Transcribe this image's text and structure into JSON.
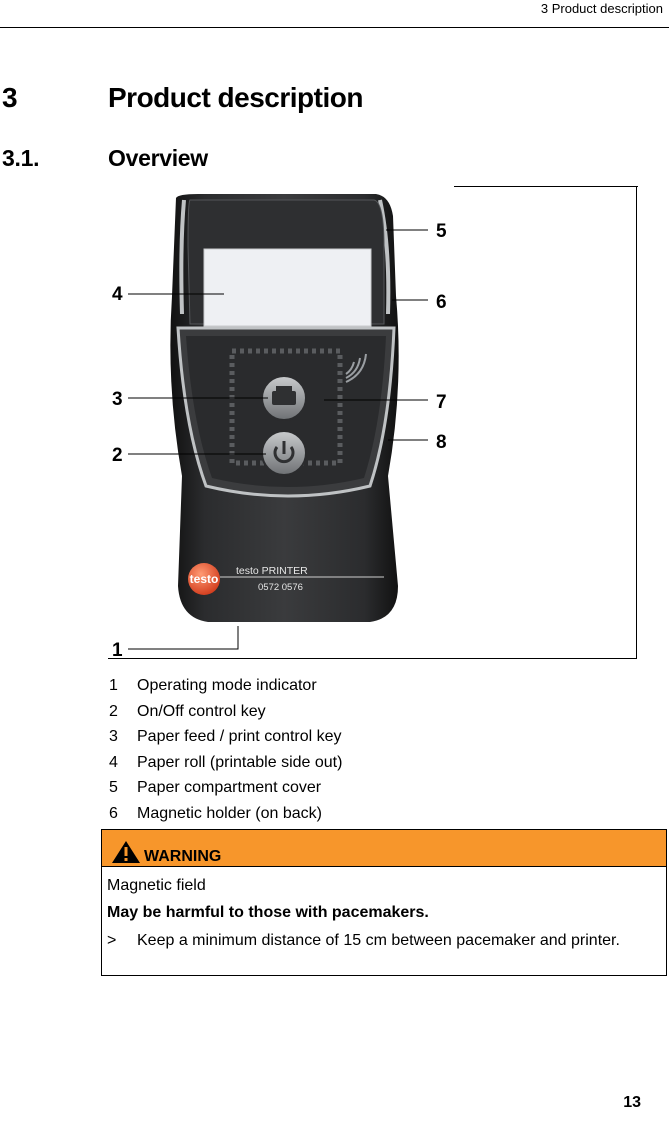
{
  "header": {
    "running_title": "3 Product description"
  },
  "chapter": {
    "number": "3",
    "title": "Product description"
  },
  "section": {
    "number": "3.1.",
    "title": "Overview"
  },
  "figure": {
    "printer_label": "testo PRINTER",
    "printer_model": "0572 0576",
    "brand": "testo",
    "callouts": [
      "1",
      "2",
      "3",
      "4",
      "5",
      "6",
      "7",
      "8"
    ]
  },
  "legend": [
    {
      "number": "1",
      "text": "Operating mode indicator"
    },
    {
      "number": "2",
      "text": "On/Off control key"
    },
    {
      "number": "3",
      "text": "Paper feed / print control key"
    },
    {
      "number": "4",
      "text": "Paper roll (printable side out)"
    },
    {
      "number": "5",
      "text": "Paper compartment cover"
    },
    {
      "number": "6",
      "text": "Magnetic holder (on back)"
    }
  ],
  "warning": {
    "label": "WARNING",
    "subject": "Magnetic field",
    "emphasis": "May be harmful to those with pacemakers.",
    "action_marker": ">",
    "action": "Keep a minimum distance of 15 cm between pacemaker and printer."
  },
  "footer": {
    "page_number": "13"
  }
}
